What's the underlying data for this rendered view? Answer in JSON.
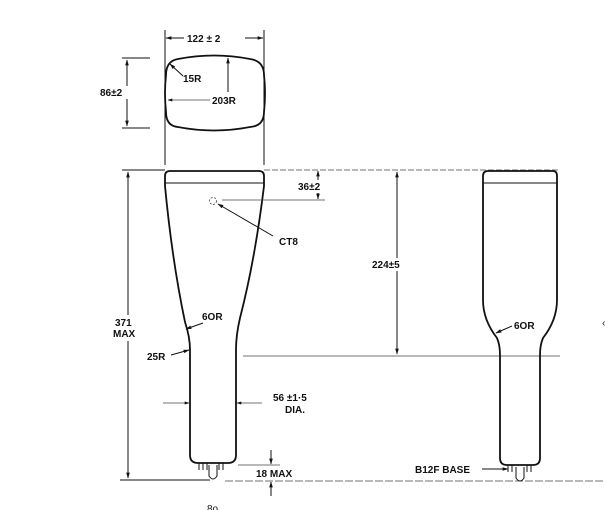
{
  "drawing": {
    "face_width": "122 ± 2",
    "face_height": "86±2",
    "corner_radius": "15R",
    "face_radius": "203R",
    "overall_length_value": "371",
    "overall_length_suffix": "MAX",
    "deflection_length": "224±5",
    "reference_offset": "36±2",
    "reference_label": "CT8",
    "funnel_radius_left": "6OR",
    "funnel_radius_right": "6OR",
    "neck_radius": "25R",
    "neck_diameter_value": "56 ±1·5",
    "neck_diameter_suffix": "DIA.",
    "base_pin_length": "18 MAX",
    "base_label": "B12F  BASE",
    "page_fragment": "8o"
  }
}
